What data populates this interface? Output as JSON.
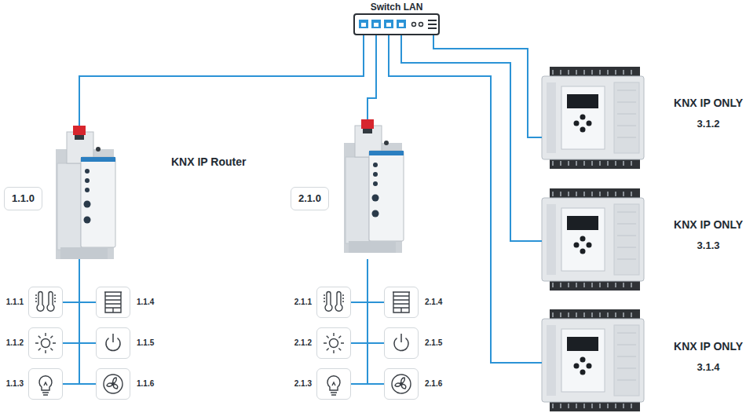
{
  "diagram": {
    "nodes": [
      {
        "text": [
          "Switch LAN"
        ]
      },
      {
        "text": [
          "1.1.0"
        ]
      },
      {
        "text": [
          "1.1.1"
        ]
      },
      {
        "text": [
          "1.1.2"
        ]
      },
      {
        "text": [
          "1.1.3"
        ]
      },
      {
        "text": [
          "1.1.4"
        ]
      },
      {
        "text": [
          "1.1.5"
        ]
      },
      {
        "text": [
          "1.1.6"
        ]
      },
      {
        "text": [
          "2.1.0"
        ]
      },
      {
        "text": [
          "2.1.1"
        ]
      },
      {
        "text": [
          "2.1.2"
        ]
      },
      {
        "text": [
          "2.1.3"
        ]
      },
      {
        "text": [
          "2.1.4"
        ]
      },
      {
        "text": [
          "2.1.5"
        ]
      },
      {
        "text": [
          "2.1.6"
        ]
      },
      {
        "text": [
          "KNX IP ONLY",
          "3.1.2"
        ]
      },
      {
        "text": [
          "KNX IP ONLY",
          "3.1.3"
        ]
      },
      {
        "text": [
          "KNX IP ONLY",
          "3.1.4"
        ]
      }
    ],
    "edges": [
      {
        "from": 0,
        "to": 1,
        "arrow": "none"
      },
      {
        "from": 0,
        "to": 8,
        "arrow": "none"
      },
      {
        "from": 0,
        "to": 15,
        "arrow": "none"
      },
      {
        "from": 0,
        "to": 16,
        "arrow": "none"
      },
      {
        "from": 0,
        "to": 17,
        "arrow": "none"
      },
      {
        "from": 1,
        "to": 2,
        "arrow": "none"
      },
      {
        "from": 1,
        "to": 3,
        "arrow": "none"
      },
      {
        "from": 1,
        "to": 4,
        "arrow": "none"
      },
      {
        "from": 1,
        "to": 5,
        "arrow": "none"
      },
      {
        "from": 1,
        "to": 6,
        "arrow": "none"
      },
      {
        "from": 1,
        "to": 7,
        "arrow": "none"
      },
      {
        "from": 8,
        "to": 9,
        "arrow": "none"
      },
      {
        "from": 8,
        "to": 10,
        "arrow": "none"
      },
      {
        "from": 8,
        "to": 11,
        "arrow": "none"
      },
      {
        "from": 8,
        "to": 12,
        "arrow": "none"
      },
      {
        "from": 8,
        "to": 13,
        "arrow": "none"
      },
      {
        "from": 8,
        "to": 14,
        "arrow": "none"
      }
    ],
    "labels": [
      "KNX IP Router"
    ]
  }
}
